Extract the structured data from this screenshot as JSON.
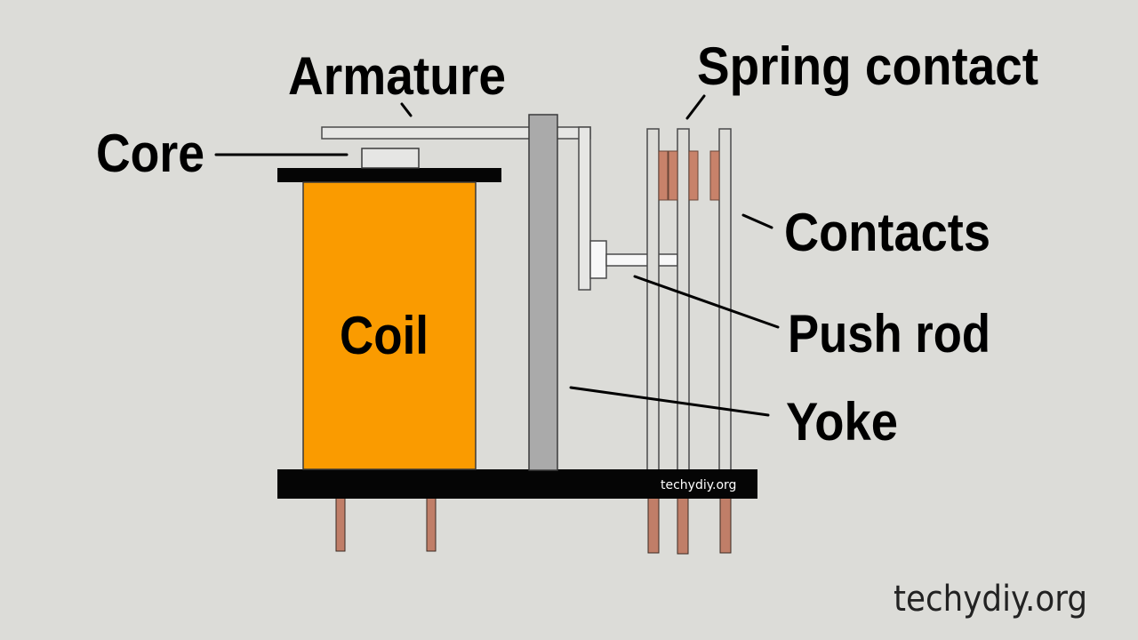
{
  "labels": {
    "armature": "Armature",
    "core": "Core",
    "spring_contact": "Spring contact",
    "contacts": "Contacts",
    "push_rod": "Push rod",
    "yoke": "Yoke",
    "coil": "Coil"
  },
  "watermark": {
    "base": "techydiy.org",
    "corner": "techydiy.org"
  },
  "colors": {
    "background": "#dcdcd8",
    "coil": "#fa9b00",
    "base": "#050505",
    "yoke": "#aaaaaa",
    "spring": "#dcdcd8",
    "contact": "#c8826a",
    "pin": "#c07e68"
  }
}
